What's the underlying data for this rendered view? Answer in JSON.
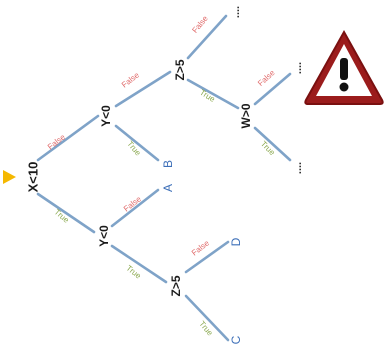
{
  "diagram": {
    "nodes": {
      "root": "X<10",
      "y_upper": "Y<0",
      "y_lower": "Y<0",
      "z_upper": "Z>5",
      "w": "W>0",
      "z_lower": "Z>5"
    },
    "leaves": {
      "b": "B",
      "a": "A",
      "d": "D",
      "c": "C"
    },
    "ellipsis": "....",
    "branch_labels": {
      "false": "False",
      "true": "True"
    },
    "colors": {
      "edge": "#7fa3c8",
      "false_label": "#e06a6a",
      "true_label": "#8aa84e",
      "leaf": "#3d6fb8",
      "pointer_arrow": "#f5b800",
      "warning_fill": "#9b1c1c"
    },
    "icons": [
      "pointer-arrow-icon",
      "warning-icon"
    ]
  }
}
